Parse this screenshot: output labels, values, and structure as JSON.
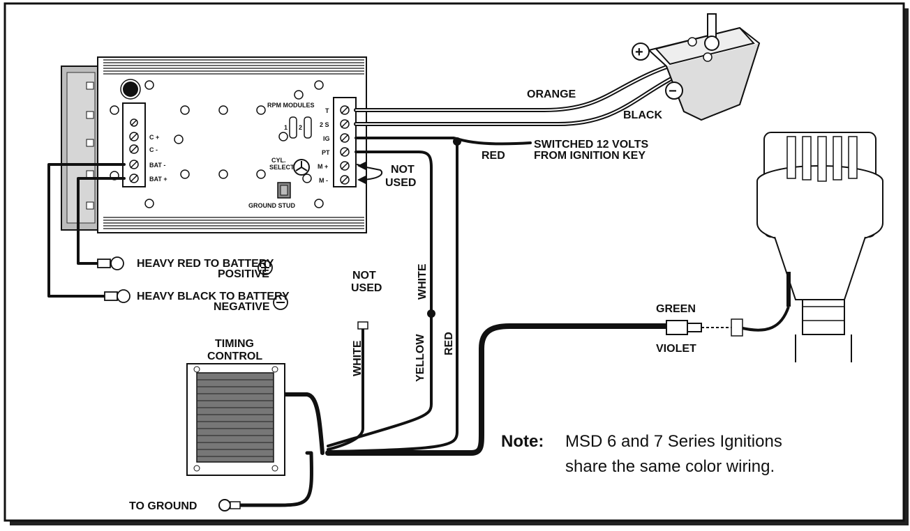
{
  "ignition_box": {
    "terminals_left": [
      "C +",
      "C -",
      "BAT -",
      "BAT +"
    ],
    "terminals_right": [
      "T",
      "2 S",
      "IG",
      "PT",
      "M +",
      "M -"
    ],
    "rpm_modules": "RPM MODULES",
    "module_1": "1",
    "module_2": "2",
    "cyl_select": [
      "CYL.",
      "SELECT"
    ],
    "ground_stud": "GROUND STUD"
  },
  "wires": {
    "orange": "ORANGE",
    "black": "BLACK",
    "red": "RED",
    "switched": [
      "SWITCHED 12 VOLTS",
      "FROM IGNITION KEY"
    ],
    "not_used_right": [
      "NOT",
      "USED"
    ],
    "white_vertical": "WHITE",
    "yellow": "YELLOW",
    "red_vertical": "RED",
    "white_timing": "WHITE",
    "not_used_tc": [
      "NOT",
      "USED"
    ],
    "green": "GREEN",
    "violet": "VIOLET"
  },
  "battery": {
    "heavy_red": [
      "HEAVY RED TO BATTERY",
      "POSITIVE"
    ],
    "heavy_black": [
      "HEAVY BLACK TO BATTERY",
      "NEGATIVE"
    ]
  },
  "coil": {
    "plus": "+",
    "minus": "−"
  },
  "timing_control": [
    "TIMING",
    "CONTROL"
  ],
  "ground": "TO GROUND",
  "note": {
    "label": "Note:",
    "line1": "MSD 6 and 7 Series Ignitions",
    "line2": "share the same color wiring."
  }
}
